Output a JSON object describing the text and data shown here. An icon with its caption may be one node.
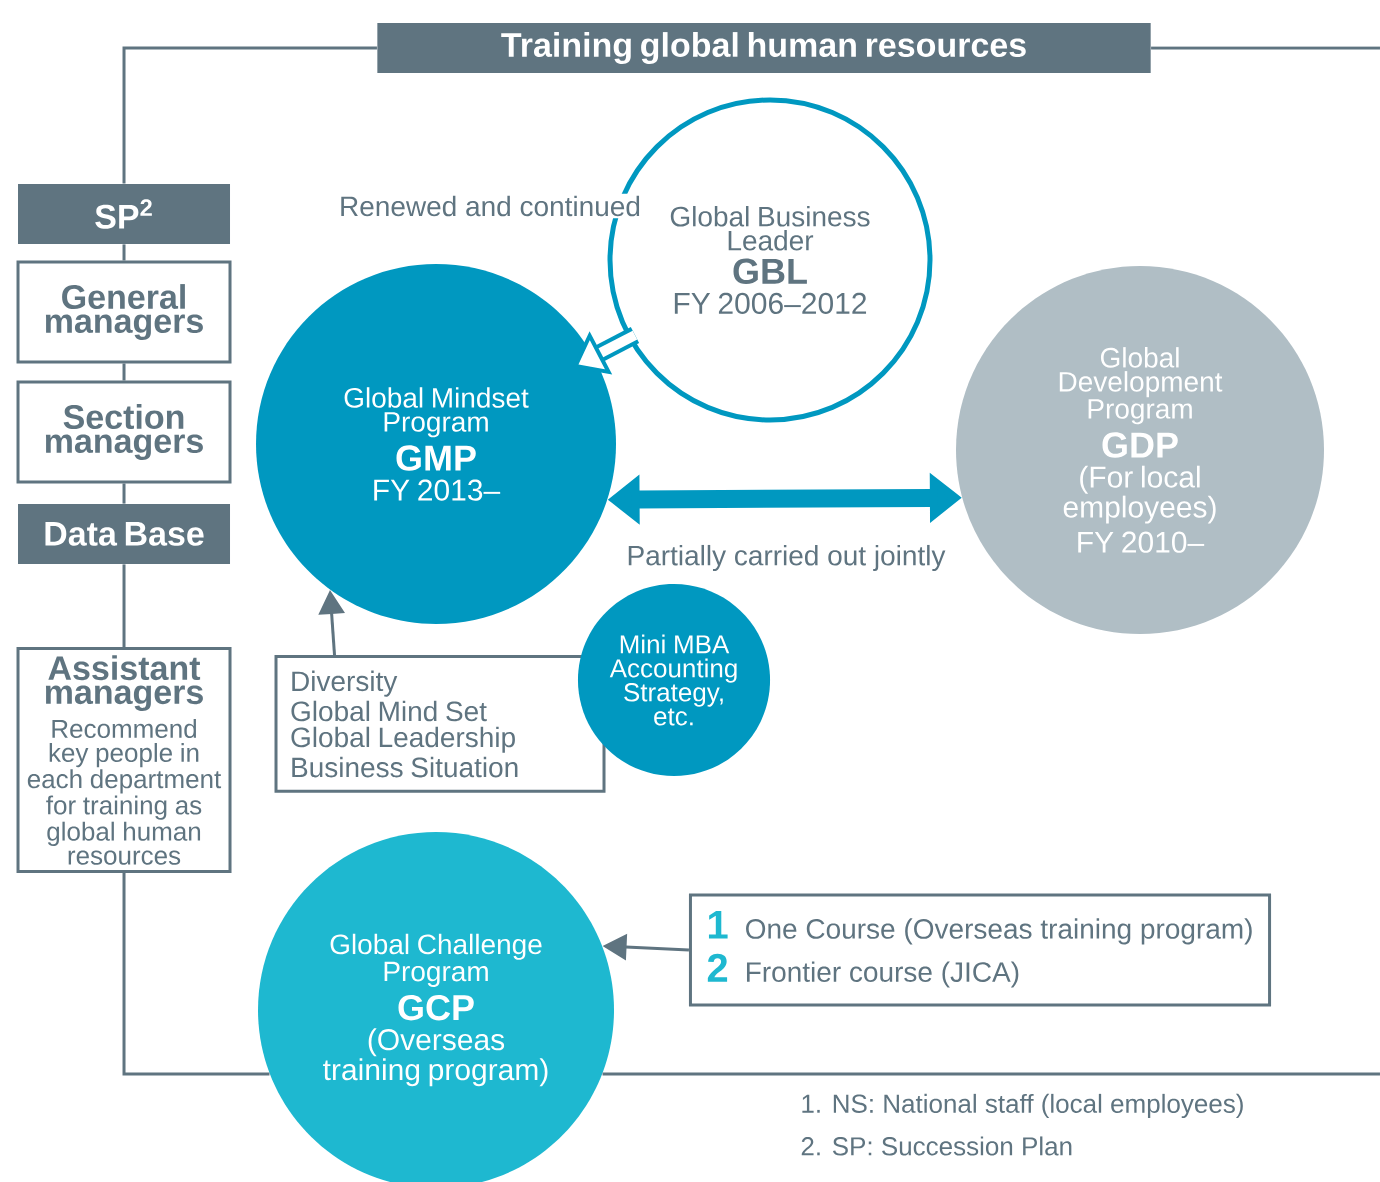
{
  "diagram": {
    "nodes": [
      {
        "text": [
          "Training global human resources"
        ]
      },
      {
        "text": [
          "SP$^{2}$"
        ]
      },
      {
        "text": [
          "General managers"
        ]
      },
      {
        "text": [
          "Section managers"
        ]
      },
      {
        "text": [
          "Data Base"
        ]
      },
      {
        "text": [
          "Assistant managers",
          "Recommend key people in each department for training as global human resources"
        ]
      },
      {
        "text": [
          "Global Business Leader",
          "GBL",
          "FY 2006–2012"
        ]
      },
      {
        "text": [
          "Global Mindset Program",
          "GMP",
          "FY 2013–"
        ]
      },
      {
        "text": [
          "Global Development Program",
          "GDP",
          "(For local employees)",
          "FY 2010–"
        ]
      },
      {
        "text": [
          "Mini MBA Accounting Strategy, etc."
        ]
      },
      {
        "text": [
          "Diversity",
          "Global Mind Set",
          "Global Leadership",
          "Business Situation"
        ]
      },
      {
        "text": [
          "Global Challenge Program",
          "GCP",
          "(Overseas training program)"
        ]
      },
      {
        "text": [
          "1",
          "One Course (Overseas training program)",
          "2",
          "Frontier course (JICA)"
        ]
      }
    ],
    "edges": [
      {
        "from": 0,
        "to": 1,
        "arrow": "none"
      },
      {
        "from": 1,
        "to": 2,
        "arrow": "none"
      },
      {
        "from": 2,
        "to": 3,
        "arrow": "none"
      },
      {
        "from": 3,
        "to": 4,
        "arrow": "none"
      },
      {
        "from": 4,
        "to": 5,
        "arrow": "none"
      },
      {
        "from": 5,
        "to": 11,
        "arrow": "none"
      },
      {
        "from": 6,
        "to": 7,
        "arrow": "to",
        "label": "Renewed and continued",
        "style": "thick",
        "color": "#0098c0"
      },
      {
        "from": 7,
        "to": 8,
        "arrow": "both",
        "label": "Partially carried out jointly",
        "style": "thick",
        "color": "#0098c0"
      },
      {
        "from": 10,
        "to": 7,
        "arrow": "to"
      },
      {
        "from": 12,
        "to": 11,
        "arrow": "to"
      }
    ],
    "labels": [
      "1. NS: National staff (local employees)",
      "2. SP: Succession Plan"
    ]
  }
}
